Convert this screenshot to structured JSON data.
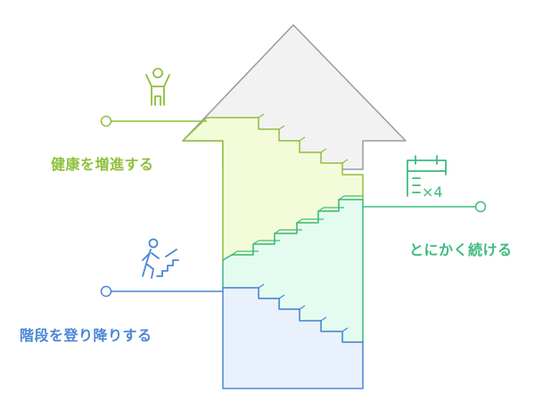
{
  "labels": {
    "health": "健康を増進する",
    "continue": "とにかく続ける",
    "stairs": "階段を登り降りする",
    "calendar_count": "×4"
  },
  "colors": {
    "health": "#8fbf3c",
    "continue": "#3dbb7f",
    "stairs": "#4a86d6",
    "arrow_stroke": "#9b9b9b",
    "arrow_fill": "#f2f2f2",
    "section_top_fill": "#f3fcd9",
    "section_middle_fill": "#e4fbef",
    "section_bottom_fill": "#e9f1fc"
  },
  "icons": {
    "health": "person-arms-raised-icon",
    "continue": "calendar-repeat-icon",
    "stairs": "person-climbing-stairs-icon"
  }
}
